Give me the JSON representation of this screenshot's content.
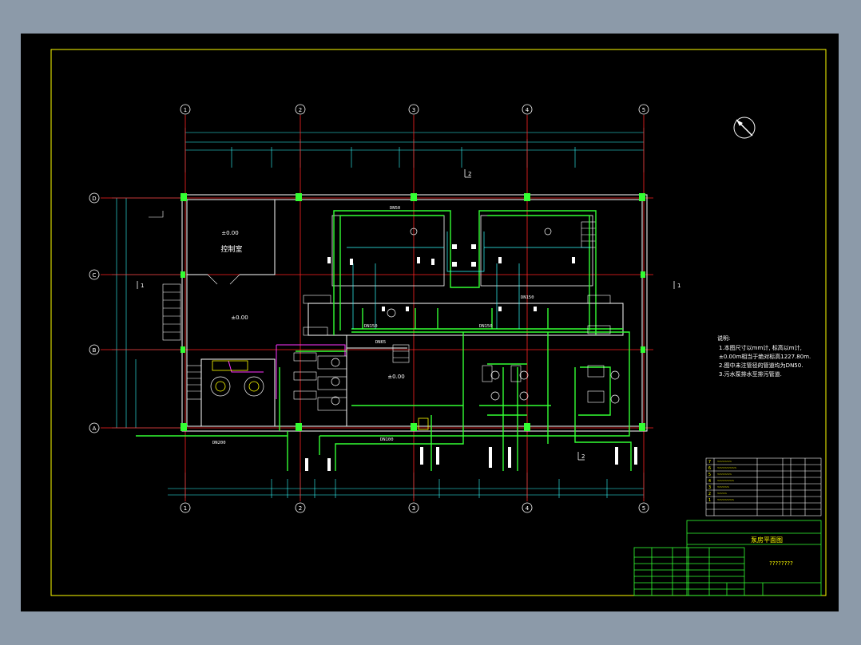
{
  "colors": {
    "background": "#8c9aa9",
    "canvas": "#000000",
    "frame": "#ffff00",
    "axis": "#ff2222",
    "pipe": "#33ff33",
    "wall": "#ffffff",
    "dimension": "#33ffff",
    "accent": "#ff33ff"
  },
  "grid": {
    "columns": [
      "1",
      "2",
      "3",
      "4",
      "5"
    ],
    "rows": [
      "D",
      "C",
      "B",
      "A"
    ]
  },
  "rooms": {
    "control_room": "控制室",
    "elev_a": "±0.00",
    "elev_b": "±0.00",
    "elev_c": "±0.00"
  },
  "pipes": {
    "dn50": "DN50",
    "dn150_a": "DN150",
    "dn150_b": "DN150",
    "dn150_c": "DN150",
    "dn65": "DN65",
    "dn200": "DN200",
    "dn100": "DN100"
  },
  "section_marks": {
    "top": "2",
    "left": "1",
    "right": "1",
    "bottom": "2"
  },
  "notes": {
    "title": "说明:",
    "lines": [
      "1.本图尺寸以mm计, 标高以m计,",
      "  ±0.00m相当于绝对标高1227.80m.",
      "2.图中未注管径的管道均为DN50.",
      "3.污水泵排水至排污管道."
    ]
  },
  "title_block": {
    "drawing_title": "泵房平面图",
    "drawing_number": "????????"
  }
}
